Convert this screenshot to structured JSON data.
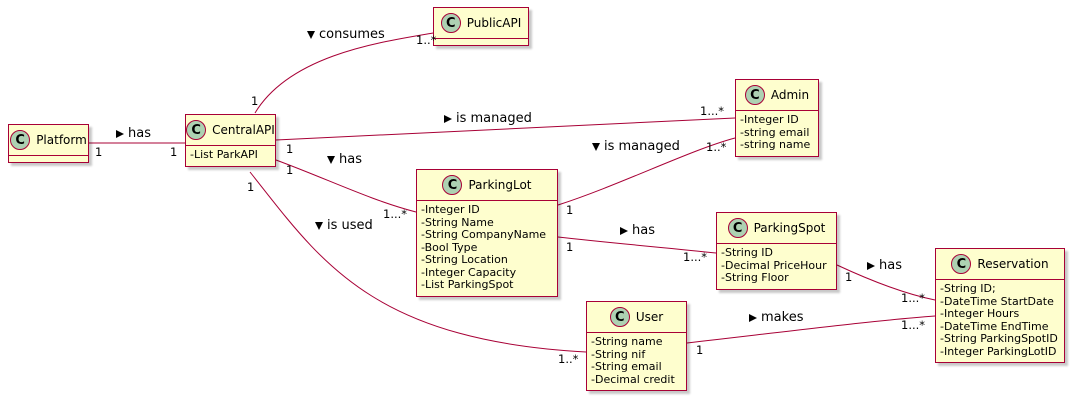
{
  "diagram": {
    "classes": {
      "platform": {
        "name": "Platform",
        "stereotype": "C",
        "attributes": []
      },
      "centralapi": {
        "name": "CentralAPI",
        "stereotype": "C",
        "attributes": [
          "-List ParkAPI"
        ]
      },
      "publicapi": {
        "name": "PublicAPI",
        "stereotype": "C",
        "attributes": []
      },
      "admin": {
        "name": "Admin",
        "stereotype": "C",
        "attributes": [
          "-Integer ID",
          "-string email",
          "-string name"
        ]
      },
      "parkinglot": {
        "name": "ParkingLot",
        "stereotype": "C",
        "attributes": [
          "-Integer ID",
          "-String Name",
          "-String CompanyName",
          "-Bool Type",
          "-String Location",
          "-Integer Capacity",
          "-List ParkingSpot"
        ]
      },
      "parkingspot": {
        "name": "ParkingSpot",
        "stereotype": "C",
        "attributes": [
          "-String ID",
          "-Decimal PriceHour",
          "-String Floor"
        ]
      },
      "reservation": {
        "name": "Reservation",
        "stereotype": "C",
        "attributes": [
          "-String ID;",
          "-DateTime StartDate",
          "-Integer Hours",
          "-DateTime EndTime",
          "-String ParkingSpotID",
          "-Integer ParkingLotID"
        ]
      },
      "user": {
        "name": "User",
        "stereotype": "C",
        "attributes": [
          "-String name",
          "-String nif",
          "-String email",
          "-Decimal credit"
        ]
      }
    },
    "relations": {
      "platform_central": {
        "label": "has",
        "direction": "right",
        "from_mult": "1",
        "to_mult": "1"
      },
      "central_public": {
        "label": "consumes",
        "direction": "down",
        "from_mult": "1",
        "to_mult": "1..*"
      },
      "central_admin": {
        "label": "is managed",
        "direction": "right",
        "from_mult": "1",
        "to_mult": "1...*"
      },
      "central_lot": {
        "label": "has",
        "direction": "down",
        "from_mult": "1",
        "to_mult": "1...*"
      },
      "lot_admin": {
        "label": "is managed",
        "direction": "down",
        "from_mult": "1",
        "to_mult": "1..*"
      },
      "central_user": {
        "label": "is used",
        "direction": "down",
        "from_mult": "1",
        "to_mult": "1..*"
      },
      "lot_spot": {
        "label": "has",
        "direction": "right",
        "from_mult": "1",
        "to_mult": "1...*"
      },
      "spot_reservation": {
        "label": "has",
        "direction": "right",
        "from_mult": "1",
        "to_mult": "1...*"
      },
      "user_reservation": {
        "label": "makes",
        "direction": "right",
        "from_mult": "1",
        "to_mult": "1...*"
      }
    },
    "colors": {
      "class_fill": "#FEFECE",
      "border": "#A80036",
      "badge": "#ADD1B2"
    }
  }
}
